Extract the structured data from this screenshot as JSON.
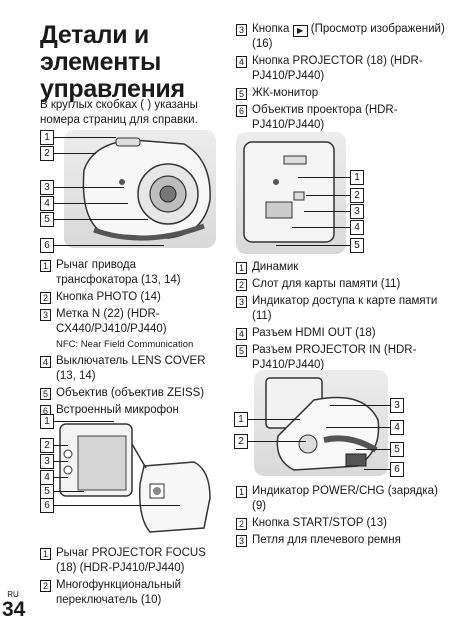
{
  "title_lines": [
    "Детали и",
    "элементы",
    "управления"
  ],
  "lead_text": "В круглых скобках ( ) указаны номера страниц для справки.",
  "left_list": [
    {
      "n": "1",
      "text": "Рычаг привода трансфокатора (13, 14)"
    },
    {
      "n": "2",
      "text": "Кнопка PHOTO (14)"
    },
    {
      "n": "3",
      "text": "Метка N (22) (HDR-CX440/PJ410/PJ440)"
    },
    {
      "n": "4",
      "text": "Выключатель LENS COVER (13, 14)"
    },
    {
      "n": "5",
      "text": "Объектив (объектив ZEISS)"
    },
    {
      "n": "6",
      "text": "Встроенный микрофон"
    }
  ],
  "nfc_note": "NFC: Near Field Communication",
  "bottom_left_list": [
    {
      "n": "1",
      "text": "Рычаг PROJECTOR FOCUS (18) (HDR-PJ410/PJ440)"
    },
    {
      "n": "2",
      "text": "Многофункциональный переключатель (10)"
    }
  ],
  "right_top_list": [
    {
      "n": "3",
      "pre": "Кнопка",
      "icon": "play-icon",
      "text": "(Просмотр изображений) (16)"
    },
    {
      "n": "4",
      "text": "Кнопка PROJECTOR (18) (HDR-PJ410/PJ440)"
    },
    {
      "n": "5",
      "text": "ЖК-монитор"
    },
    {
      "n": "6",
      "text": "Объектив проектора (HDR-PJ410/PJ440)"
    }
  ],
  "right_mid_list": [
    {
      "n": "1",
      "text": "Динамик"
    },
    {
      "n": "2",
      "text": "Слот для карты памяти (11)"
    },
    {
      "n": "3",
      "text": "Индикатор доступа к карте памяти (11)"
    },
    {
      "n": "4",
      "text": "Разъем HDMI OUT (18)"
    },
    {
      "n": "5",
      "text": "Разъем PROJECTOR IN (HDR-PJ410/PJ440)"
    }
  ],
  "right_bottom_list": [
    {
      "n": "1",
      "text": "Индикатор POWER/CHG (зарядка) (9)"
    },
    {
      "n": "2",
      "text": "Кнопка START/STOP (13)"
    },
    {
      "n": "3",
      "text": "Петля для плечевого ремня"
    }
  ],
  "figure1_callouts": [
    "1",
    "2",
    "3",
    "4",
    "5",
    "6"
  ],
  "figure2_callouts": [
    "1",
    "2",
    "3",
    "4",
    "5",
    "6"
  ],
  "figure3_callouts": [
    "1",
    "2",
    "3",
    "4",
    "5"
  ],
  "figure4_callouts": [
    "3",
    "4",
    "1",
    "2",
    "5",
    "6"
  ],
  "page": {
    "lang": "RU",
    "number": "34"
  }
}
